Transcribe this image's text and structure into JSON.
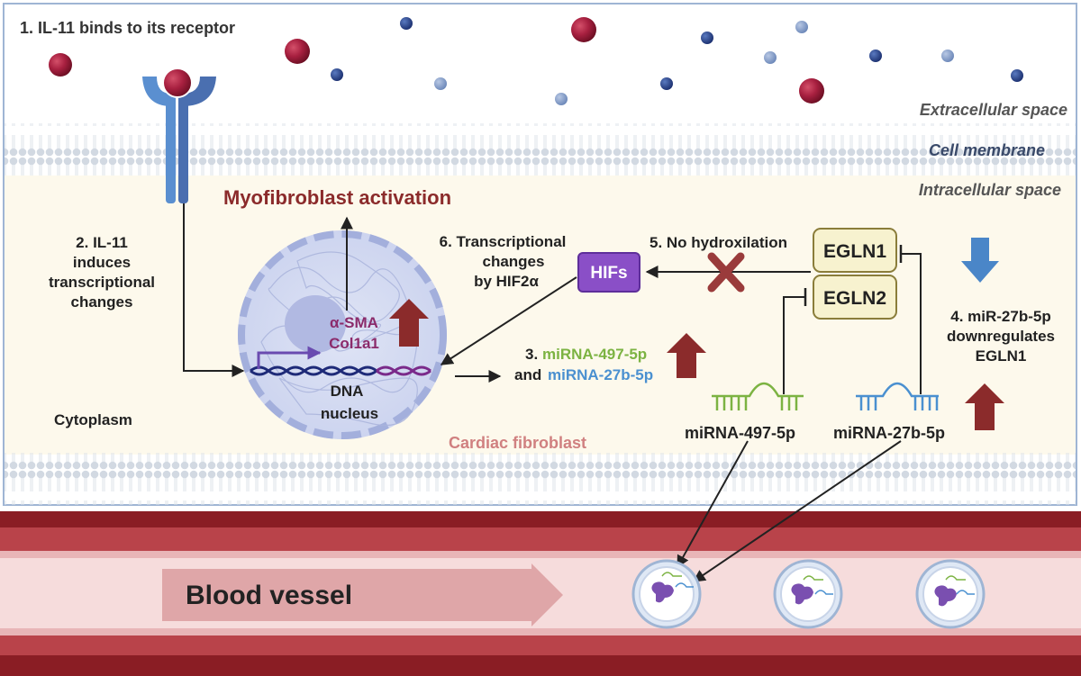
{
  "labels": {
    "step1": "1. IL-11 binds to its receptor",
    "extracellular": "Extracellular space",
    "membrane": "Cell membrane",
    "intracellular": "Intracellular space",
    "myofibroblast": "Myofibroblast activation",
    "step2": [
      "2. IL-11",
      "induces",
      "transcriptional",
      "changes"
    ],
    "step6": [
      "6. Transcriptional",
      "changes",
      "by HIF2α"
    ],
    "step5": "5. No hydroxilation",
    "hifs": "HIFs",
    "egln1": "EGLN1",
    "egln2": "EGLN2",
    "alpha_sma": "α-SMA",
    "col1a1": "Col1a1",
    "dna": "DNA",
    "nucleus": "nucleus",
    "step3_prefix": "3.",
    "step3_mirna497": "miRNA-497-5p",
    "step3_and": "and",
    "step3_mirna27": "miRNA-27b-5p",
    "step4": [
      "4. miR-27b-5p",
      "downregulates",
      "EGLN1"
    ],
    "cytoplasm": "Cytoplasm",
    "cardiac_fibroblast": "Cardiac fibroblast",
    "mirna497_label": "miRNA-497-5p",
    "mirna27_label": "miRNA-27b-5p",
    "blood_vessel": "Blood vessel"
  },
  "colors": {
    "dark_red": "#8b2b2b",
    "green_mirna": "#7cb342",
    "blue_mirna": "#4a90d0",
    "purple_hifs": "#8a4fc7",
    "egln_fill": "#f7f2cf",
    "cytoplasm_fill": "#fdf9ec",
    "membrane_border": "#8aa4c8",
    "down_arrow": "#4a86c8",
    "vessel_dark": "#8a1d24",
    "vessel_light": "#f5d9d9"
  }
}
